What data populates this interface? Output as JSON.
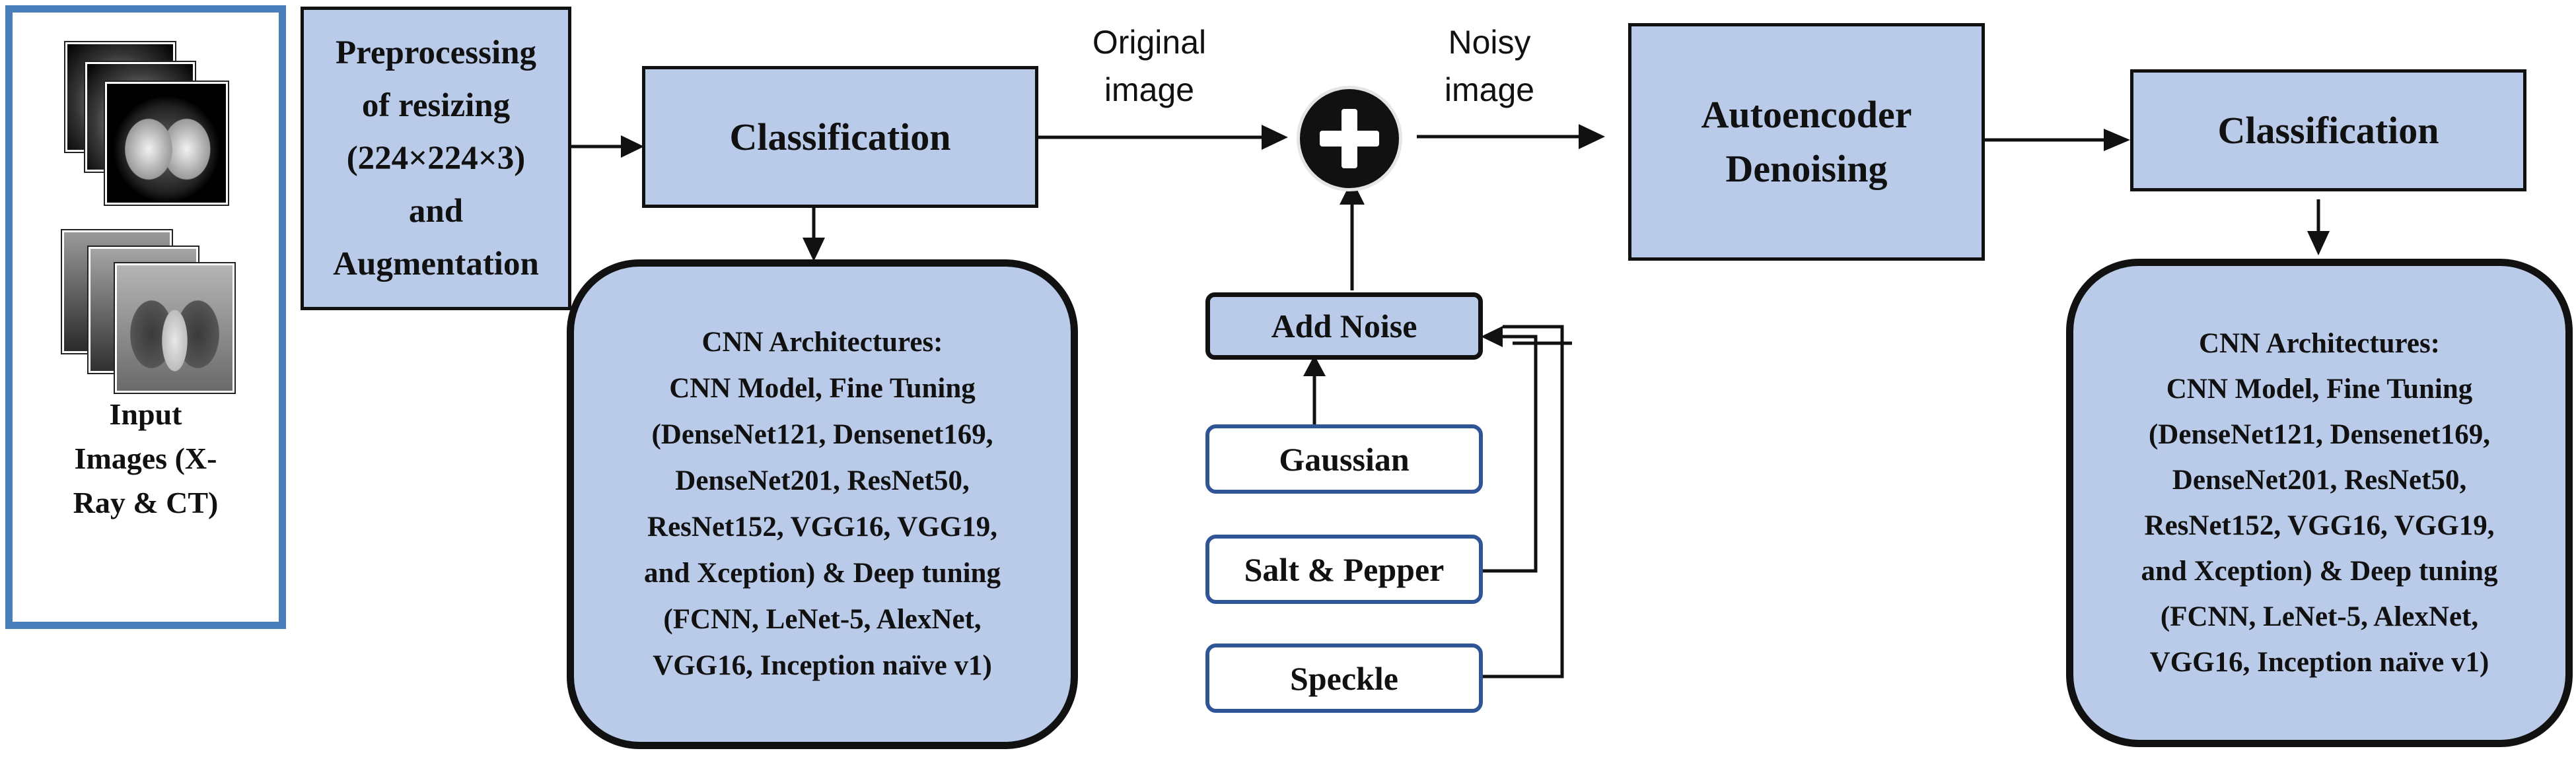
{
  "input": {
    "lines": [
      "Input",
      "Images (X-",
      "Ray & CT)"
    ]
  },
  "preprocessing": {
    "lines": [
      "Preprocessing",
      "of resizing",
      "(224×224×3)",
      "and",
      "Augmentation"
    ]
  },
  "classification_1": {
    "label": "Classification"
  },
  "classification_2": {
    "label": "Classification"
  },
  "cnn_1": {
    "lines": [
      "CNN Architectures:",
      "CNN Model, Fine Tuning",
      "(DenseNet121, Densenet169,",
      "DenseNet201, ResNet50,",
      "ResNet152, VGG16, VGG19,",
      "and Xception) & Deep tuning",
      "(FCNN, LeNet-5, AlexNet,",
      "VGG16, Inception naïve v1)"
    ]
  },
  "cnn_2": {
    "lines": [
      "CNN Architectures:",
      "CNN Model, Fine Tuning",
      "(DenseNet121, Densenet169,",
      "DenseNet201, ResNet50,",
      "ResNet152, VGG16, VGG19,",
      "and Xception) & Deep tuning",
      "(FCNN, LeNet-5, AlexNet,",
      "VGG16, Inception naïve v1)"
    ]
  },
  "edge_labels": {
    "original": [
      "Original",
      "image"
    ],
    "noisy": [
      "Noisy",
      "image"
    ]
  },
  "add_noise": {
    "label": "Add Noise"
  },
  "noise_types": [
    "Gaussian",
    "Salt & Pepper",
    "Speckle"
  ],
  "autoencoder": {
    "lines": [
      "Autoencoder",
      "Denoising"
    ]
  },
  "sum_node": {
    "symbol": "+"
  },
  "colors": {
    "box_fill": "#b9cbe8",
    "input_border": "#4a7ebb",
    "noise_border": "#2f5597",
    "stroke": "#111111"
  },
  "icons": [
    "ct-scan-stack-image",
    "chest-xray-stack-image",
    "plus-circle-icon"
  ]
}
